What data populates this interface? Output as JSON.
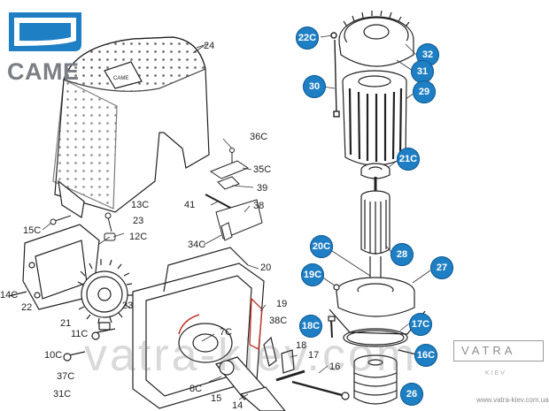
{
  "brand": {
    "logo_text": "CAME",
    "logo_color": "#1f7fc4"
  },
  "labels": {
    "p24": "24",
    "p36c": "36C",
    "p35c": "35C",
    "p39": "39",
    "p41": "41",
    "p38": "38",
    "p34c": "34C",
    "p13c": "13C",
    "p23a": "23",
    "p12c": "12C",
    "p15c": "15C",
    "p14c": "14C",
    "p22": "22",
    "p21": "21",
    "p23b": "23",
    "p20": "20",
    "p19": "19",
    "p38c": "38C",
    "p7c": "7C",
    "p11c": "11C",
    "p10c": "10C",
    "p37c": "37C",
    "p31c": "31C",
    "p18": "18",
    "p17": "17",
    "p16": "16",
    "p8c": "8C",
    "p15": "15",
    "p14": "14"
  },
  "badges": {
    "b22c": "22C",
    "b32": "32",
    "b31": "31",
    "b30": "30",
    "b29": "29",
    "b21c": "21C",
    "b28": "28",
    "b20c": "20C",
    "b19c": "19C",
    "b27": "27",
    "b18c": "18C",
    "b17c": "17C",
    "b16c": "16C",
    "b26": "26"
  },
  "watermark": {
    "site": "vatra-kiev.com",
    "box": "VATRA",
    "kiev": "KIEV",
    "url": "www.vatra-kiev.com.ua"
  }
}
